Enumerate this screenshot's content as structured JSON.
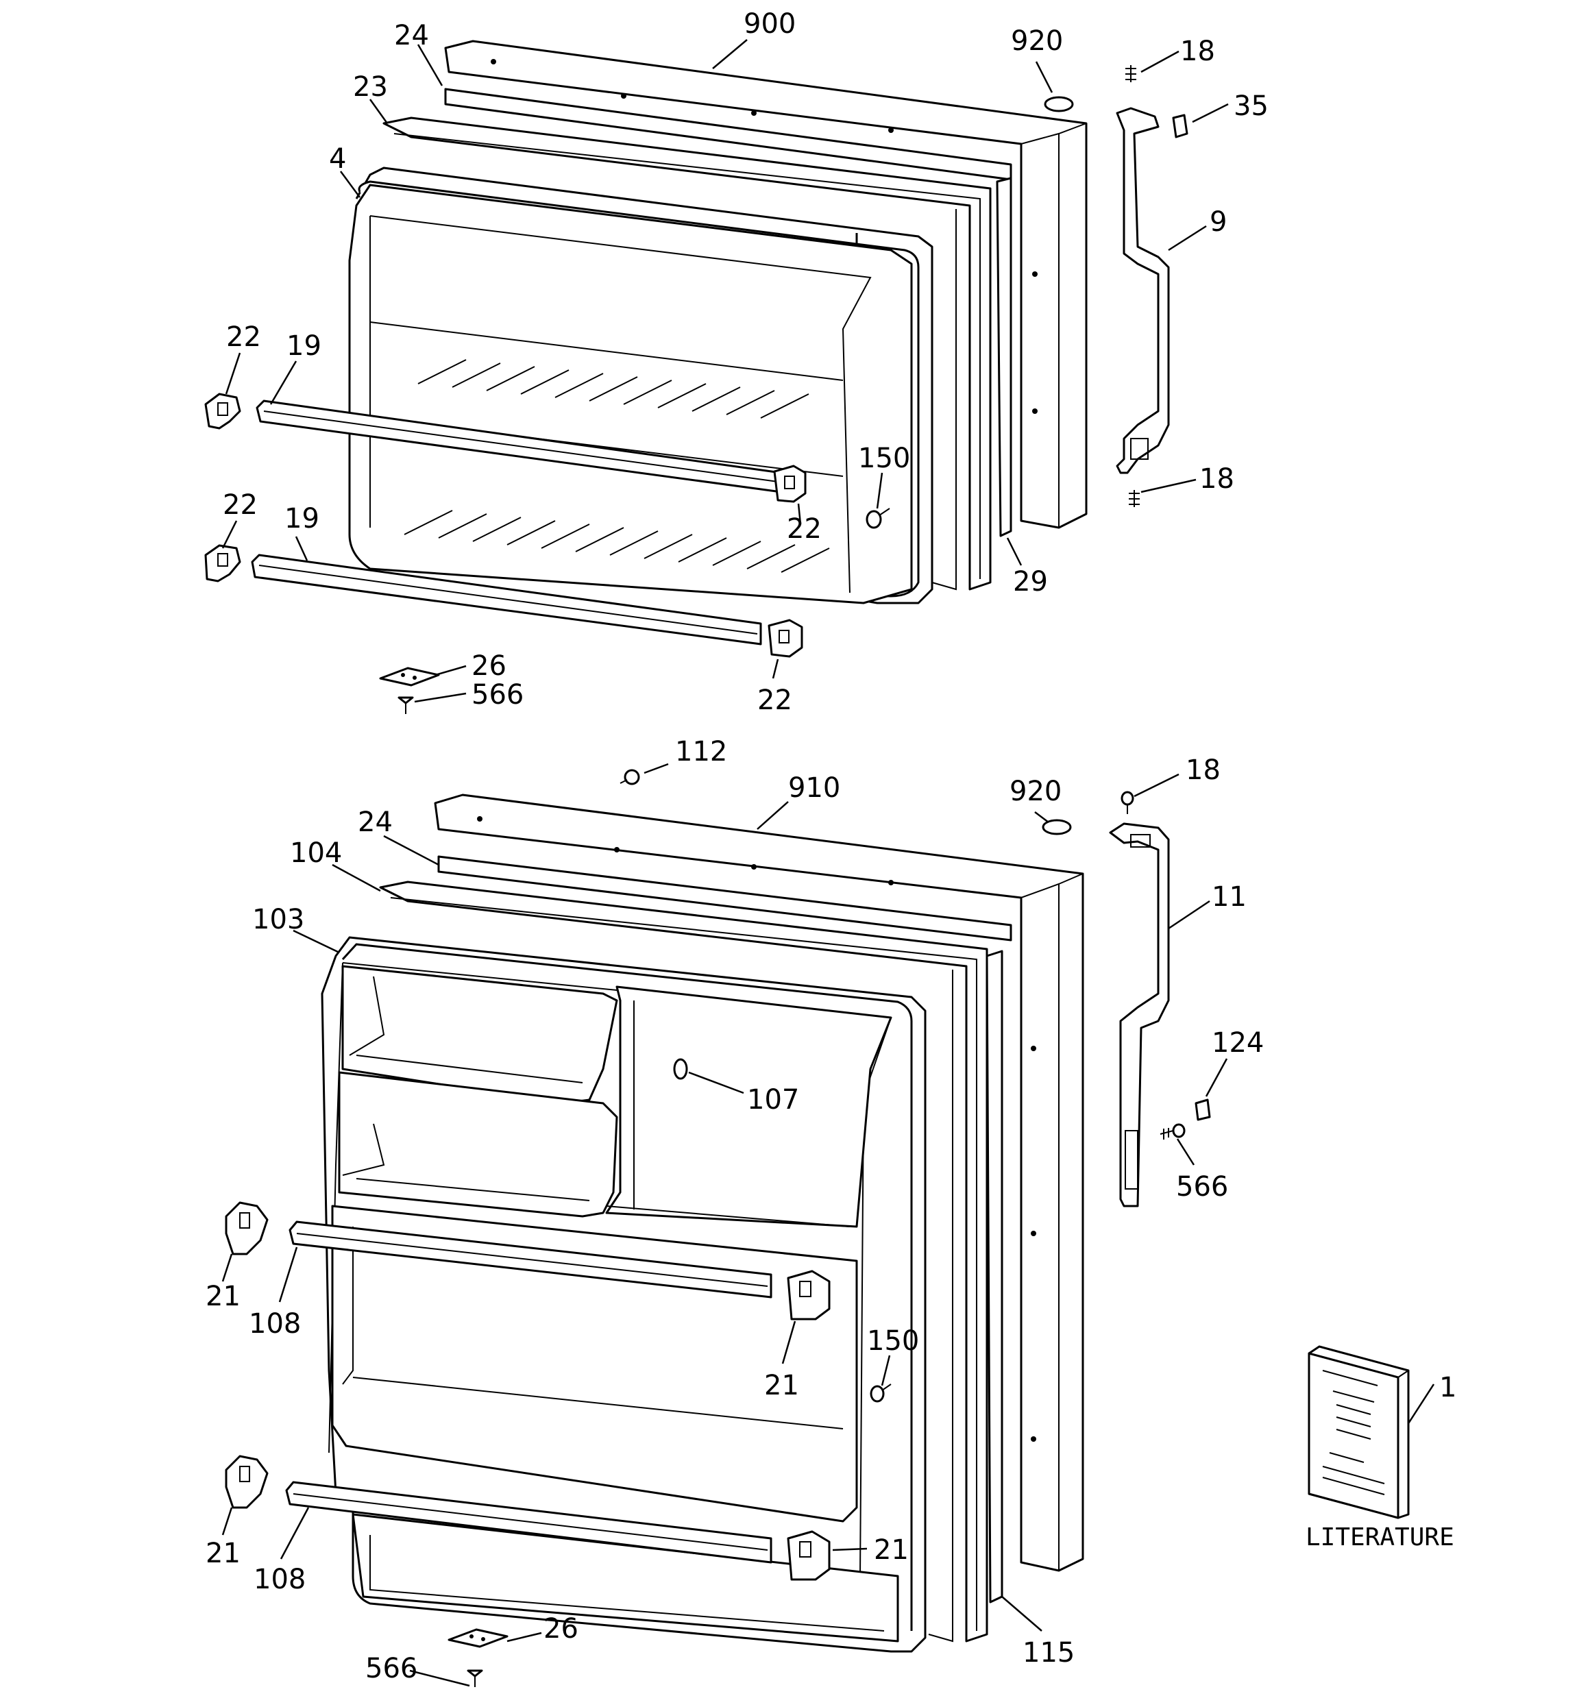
{
  "labels": {
    "top": {
      "l900": "900",
      "l920": "920",
      "l18a": "18",
      "l35": "35",
      "l24": "24",
      "l23": "23",
      "l4": "4",
      "l9": "9",
      "l22a": "22",
      "l19a": "19",
      "l22b": "22",
      "l19b": "19",
      "l150": "150",
      "l22c": "22",
      "l18b": "18",
      "l29": "29",
      "l26": "26",
      "l566": "566",
      "l22d": "22"
    },
    "bottom": {
      "l112": "112",
      "l910": "910",
      "l920": "920",
      "l18": "18",
      "l24": "24",
      "l104": "104",
      "l103": "103",
      "l11": "11",
      "l107": "107",
      "l124": "124",
      "l566a": "566",
      "l21a": "21",
      "l108a": "108",
      "l21b": "21",
      "l150": "150",
      "l1": "1",
      "l21c": "21",
      "l108b": "108",
      "l21d": "21",
      "l26": "26",
      "l566b": "566",
      "l115": "115"
    },
    "literature": "LITERATURE"
  }
}
